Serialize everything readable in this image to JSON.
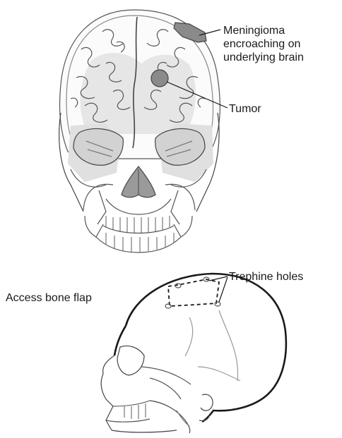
{
  "labels": {
    "meningioma": [
      "Meningioma",
      "encroaching on",
      "underlying brain"
    ],
    "tumor": "Tumor",
    "trephine": "Trephine holes",
    "bone_flap": "Access bone flap"
  }
}
